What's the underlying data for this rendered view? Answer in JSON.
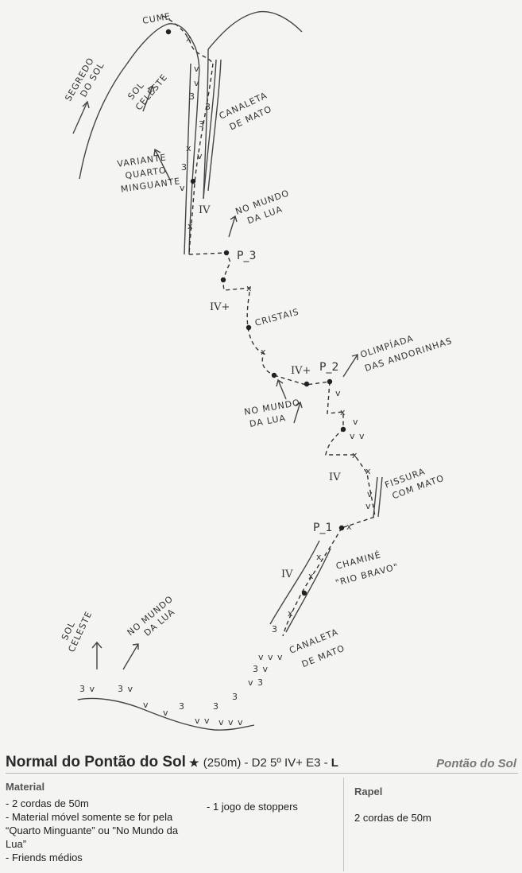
{
  "topo": {
    "labels": {
      "cume": "CUME",
      "segredo_do_sol": [
        "SEGREDO",
        "DO SOL"
      ],
      "sol_celeste_top": [
        "SOL",
        "CELESTE"
      ],
      "canaleta_de_mato_top": [
        "CANALETA",
        "DE MATO"
      ],
      "variante_quarto_minguante": [
        "VARIANTE",
        "QUARTO",
        "MINGUANTE"
      ],
      "no_mundo_da_lua_top": [
        "NO MUNDO",
        "DA LUA"
      ],
      "cristais": "CRISTAIS",
      "olimpiada_das_andorinhas": [
        "OLIMPÍADA",
        "DAS ANDORINHAS"
      ],
      "no_mundo_da_lua_mid": [
        "NO MUNDO",
        "DA LUA"
      ],
      "fissura_com_mato": [
        "FISSURA",
        "COM MATO"
      ],
      "chamine_rio_bravo": [
        "CHAMINÉ",
        "\"RIO BRAVO\""
      ],
      "sol_celeste_bottom": [
        "SOL",
        "CELESTE"
      ],
      "no_mundo_da_lua_bottom": [
        "NO MUNDO",
        "DA LUA"
      ],
      "canaleta_de_mato_bottom": [
        "CANALETA",
        "DE MATO"
      ]
    },
    "grades": {
      "g1": "IV",
      "g2": "IV+",
      "g3": "IV+",
      "g4": "IV",
      "g5": "IV"
    },
    "pitches": {
      "p1": "P_1",
      "p2": "P_2",
      "p3": "P_3"
    }
  },
  "info": {
    "route_name": "Normal do Pontão do Sol",
    "star": "★",
    "spec_prefix": "(250m) - D2 5º IV+ E3 -",
    "spec_level": "L",
    "area_name": "Pontão do Sol",
    "material": {
      "heading": "Material",
      "col1": [
        "- 2 cordas de 50m",
        "- Material móvel somente se for pela “Quarto Minguante” ou \"No Mundo da Lua”",
        "- Friends médios"
      ],
      "col2": [
        "- 1 jogo de stoppers"
      ]
    },
    "rapel": {
      "heading": "Rapel",
      "text": "2 cordas de 50m"
    },
    "colors": {
      "ink": "#333333",
      "paper": "#f4f4f2",
      "heading_gray": "#555555",
      "area_gray": "#777777"
    }
  }
}
